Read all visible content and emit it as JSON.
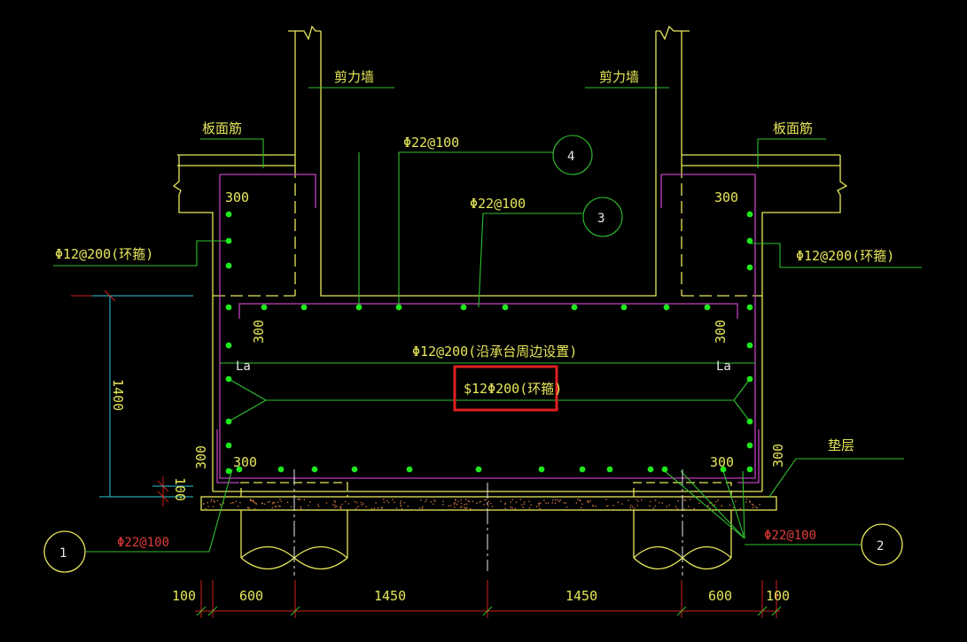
{
  "labels": {
    "shear_wall_left": "剪力墙",
    "shear_wall_right": "剪力墙",
    "slab_bar_left": "板面筋",
    "slab_bar_right": "板面筋",
    "bar4_spec": "Φ22@100",
    "bar3_spec": "Φ22@100",
    "tie_left": "Φ12@200(环箍)",
    "tie_right": "Φ12@200(环箍)",
    "perimeter_bar": "Φ12@200(沿承台周边设置)",
    "highlight_bar": "$12Φ200(环箍)",
    "bottom_bar_spec": "Φ22@100",
    "bottom_bar_spec_right": "Φ22@100",
    "cushion": "垫层",
    "la_left": "La",
    "la_right": "La",
    "callout_1": "1",
    "callout_2": "2",
    "callout_3": "3",
    "callout_4": "4"
  },
  "dims": {
    "d300_top_left": "300",
    "d300_top_right": "300",
    "d300_mid_left": "300",
    "d300_mid_right": "300",
    "d300_bot_left": "300",
    "d300_bot_right": "300",
    "d300_side_left": "300",
    "d300_side_right": "300",
    "height_1400": "1400",
    "d100_vertical": "100",
    "bottom": [
      "100",
      "600",
      "1450",
      "1450",
      "600",
      "100"
    ]
  },
  "colors": {
    "background": "#000000",
    "concrete_outline": "#e6e65a",
    "rebar": "#c040c0",
    "leader": "#30c030",
    "bar_dot": "#1ee81e",
    "cyan_dim": "#30c8d8",
    "red_dim": "#d02020",
    "highlight_box": "#e02020"
  }
}
